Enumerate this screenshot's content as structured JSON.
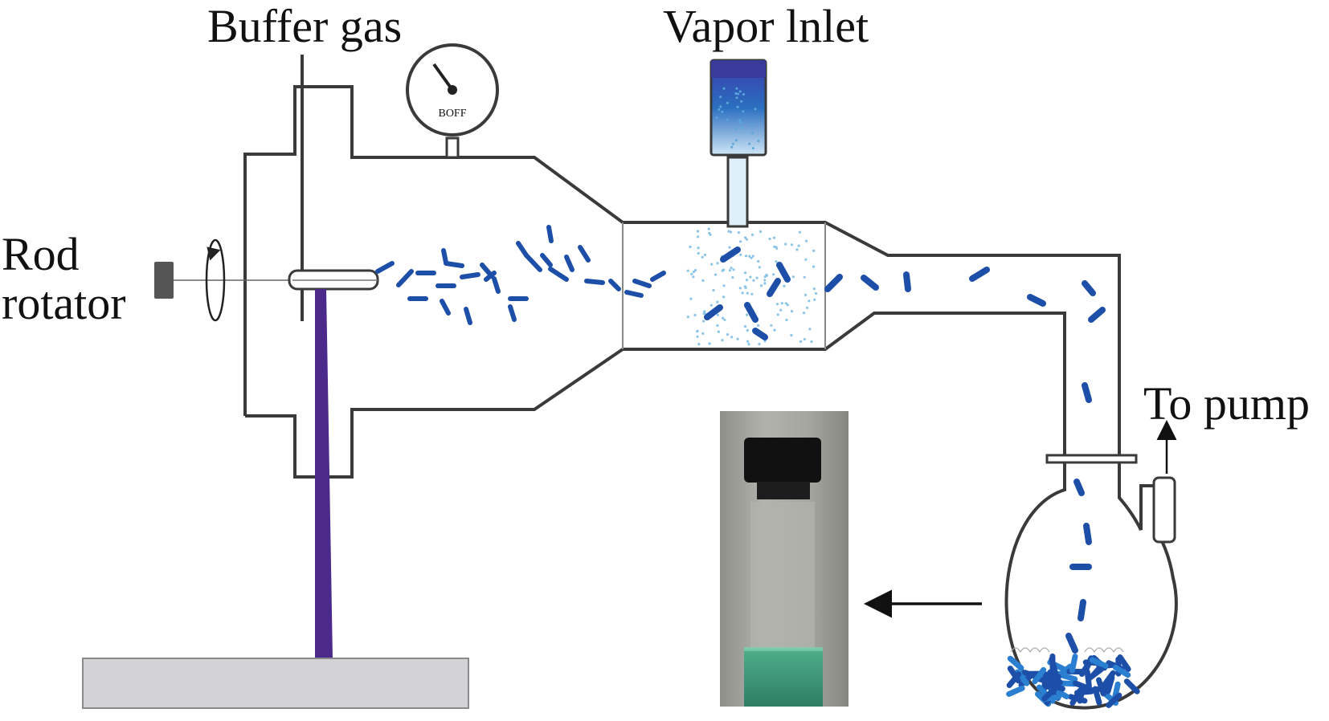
{
  "labels": {
    "buffer_gas": "Buffer gas",
    "vapor_inlet": "Vapor lnlet",
    "rod": "Rod",
    "rotator": "rotator",
    "to_pump": "To pump",
    "gauge_text": "BOFF"
  },
  "colors": {
    "line": "#3a3a3a",
    "particle": "#1d4fa8",
    "laser": "#4b2a8c",
    "vapor_dots": "#8cc4e8",
    "vial_liquid": "#3f9a7a",
    "vial_glass": "#9b9b95",
    "platform": "#d3d3d5"
  },
  "icons": {
    "rotation": "rotate-arrow-icon",
    "arrow_left": "arrow-left-icon",
    "arrow_up": "arrow-up-icon"
  }
}
